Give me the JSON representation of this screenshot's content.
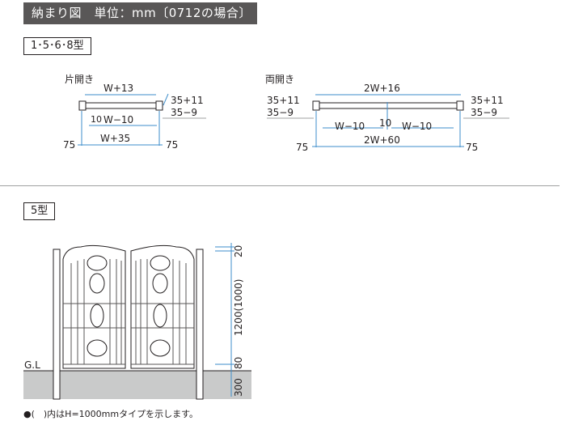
{
  "header": {
    "title": "納まり図　単位：mm〔0712の場合〕"
  },
  "section1": {
    "label": "1･5･6･8型",
    "single": {
      "caption": "片開き",
      "dim_top": "W+13",
      "dim_right_1": "35+11",
      "dim_right_2": "35−9",
      "gap": "10",
      "dim_inner": "W−10",
      "dim_bottom": "W+35",
      "post_left": "75",
      "post_right": "75"
    },
    "double": {
      "caption": "両開き",
      "dim_top": "2W+16",
      "dim_left_1": "35+11",
      "dim_left_2": "35−9",
      "dim_right_1": "35+11",
      "dim_right_2": "35−9",
      "dim_inner_left": "W−10",
      "gap": "10",
      "dim_inner_right": "W−10",
      "dim_bottom": "2W+60",
      "post_left": "75",
      "post_right": "75"
    }
  },
  "section2": {
    "label": "5型",
    "ground_label": "G.L",
    "dim_top": "20",
    "dim_height": "1200(1000)",
    "dim_bottom_gap": "80",
    "dim_embed": "300"
  },
  "footnote": "●(　)内はH=1000mmタイプを示します。",
  "colors": {
    "title_bg": "#595757",
    "line": "#231f20",
    "dim_line": "#3e8ecb",
    "ground": "#c9caca"
  }
}
